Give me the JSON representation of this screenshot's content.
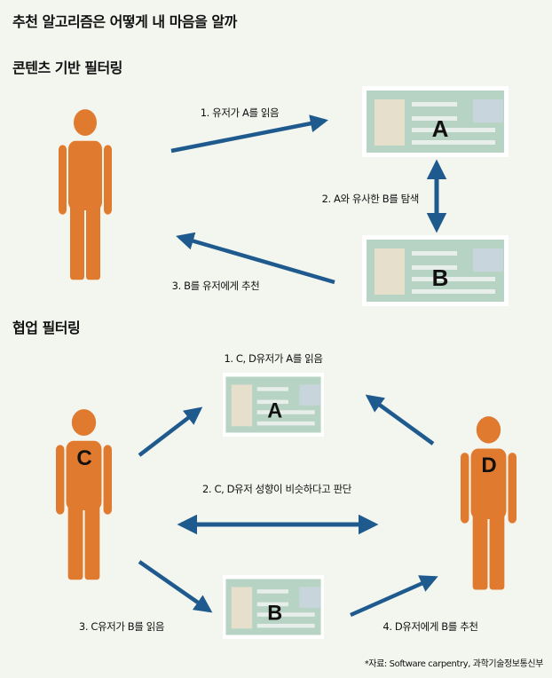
{
  "title": "추천 알고리즘은 어떻게 내 마음을 알까",
  "colors": {
    "background": "#f3f5ef",
    "person": "#e07a2f",
    "arrow": "#1f5a8e",
    "card": "#b7d3c4",
    "card_photo": "#e6dfcc",
    "card_thumb": "#c8d5dc"
  },
  "content_based": {
    "heading": "콘텐츠 기반 필터링",
    "step1": "1. 유저가 A를 읽음",
    "step2": "2. A와 유사한 B를 탐색",
    "step3": "3. B를 유저에게 추천",
    "card_a": "A",
    "card_b": "B"
  },
  "collaborative": {
    "heading": "협업 필터링",
    "step1": "1. C, D유저가 A를 읽음",
    "step2": "2. C, D유저 성향이 비슷하다고 판단",
    "step3": "3. C유저가 B를 읽음",
    "step4": "4. D유저에게 B를 추천",
    "user_c": "C",
    "user_d": "D",
    "card_a": "A",
    "card_b": "B"
  },
  "source": "*자료: Software carpentry, 과학기술정보통신부"
}
